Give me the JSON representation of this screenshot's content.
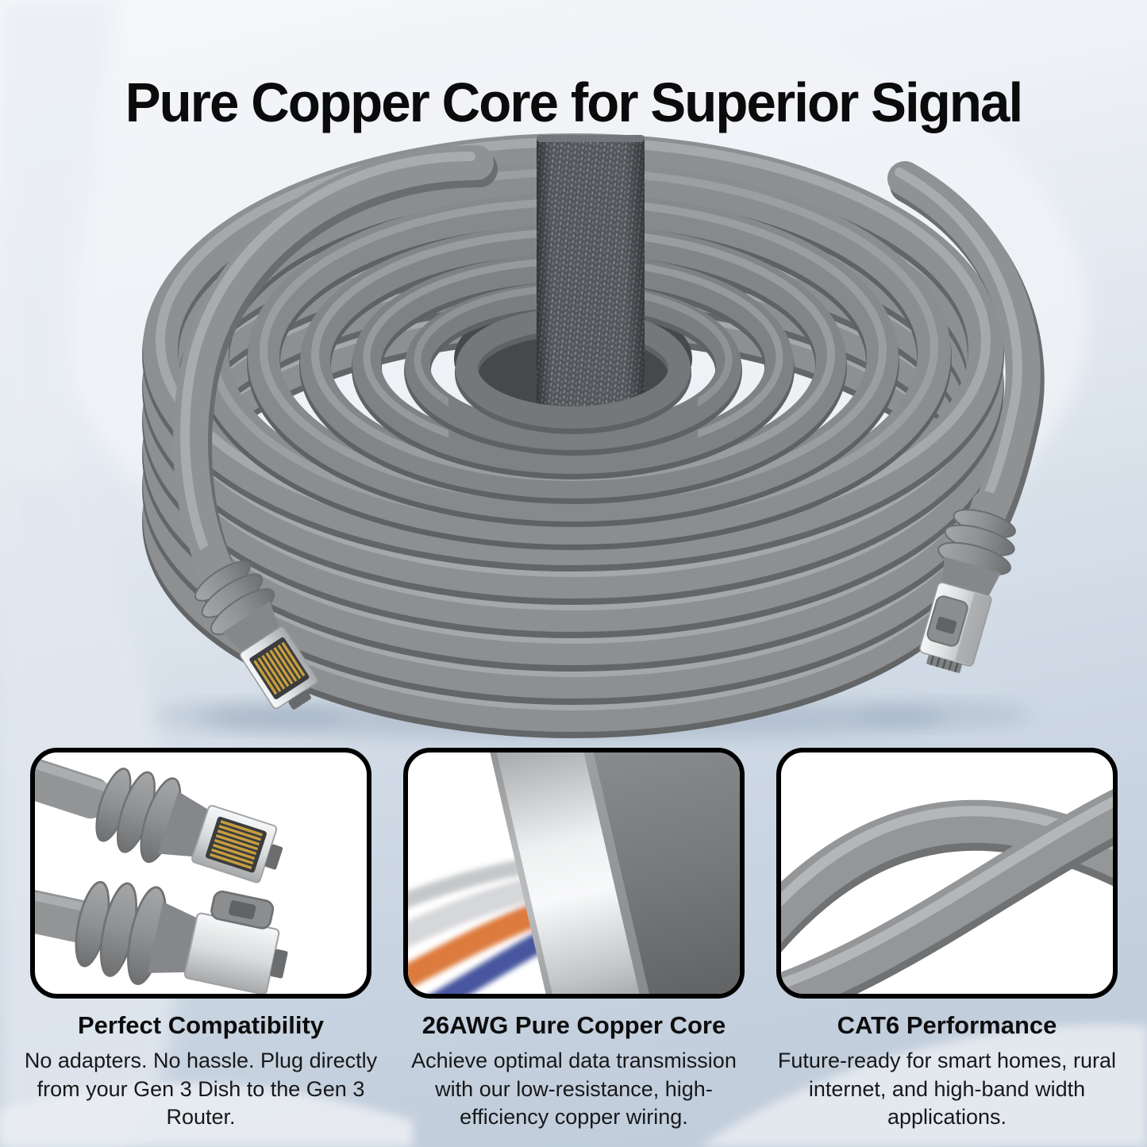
{
  "title": "Pure Copper Core for Superior Signal",
  "hero": {
    "illustration": "coiled-gray-ethernet-cable-with-velcro-strap-and-two-rj45-connectors"
  },
  "panels": [
    {
      "heading": "Perfect Compatibility",
      "body": "No adapters. No hassle. Plug directly from your Gen 3 Dish to the Gen 3 Router.",
      "illustration": "two-rj45-connectors-photo"
    },
    {
      "heading": "26AWG Pure Copper Core",
      "body": "Achieve optimal data transmission with our low-resistance, high-efficiency copper wiring.",
      "illustration": "cable-cutaway-copper-core-photo"
    },
    {
      "heading": "CAT6 Performance",
      "body": "Future-ready for smart homes, rural internet, and high-band width applications.",
      "illustration": "crossed-cables-photo"
    }
  ],
  "colors": {
    "background_top": "#f6f8fa",
    "background_bottom": "#bfccda",
    "cable_gray": "#8d8f91",
    "cable_highlight": "#aeb0b2",
    "cable_shadow": "#636567",
    "strap_gray": "#53565a",
    "connector_metal": "#e9eaeb",
    "pin_gold": "#c79e3e",
    "wire_orange": "#dd7a3e",
    "wire_blue": "#47579f",
    "wire_white": "#d6d7d9",
    "panel_border": "#000000",
    "panel_background": "#ffffff",
    "text_color": "#0b0b0c"
  }
}
